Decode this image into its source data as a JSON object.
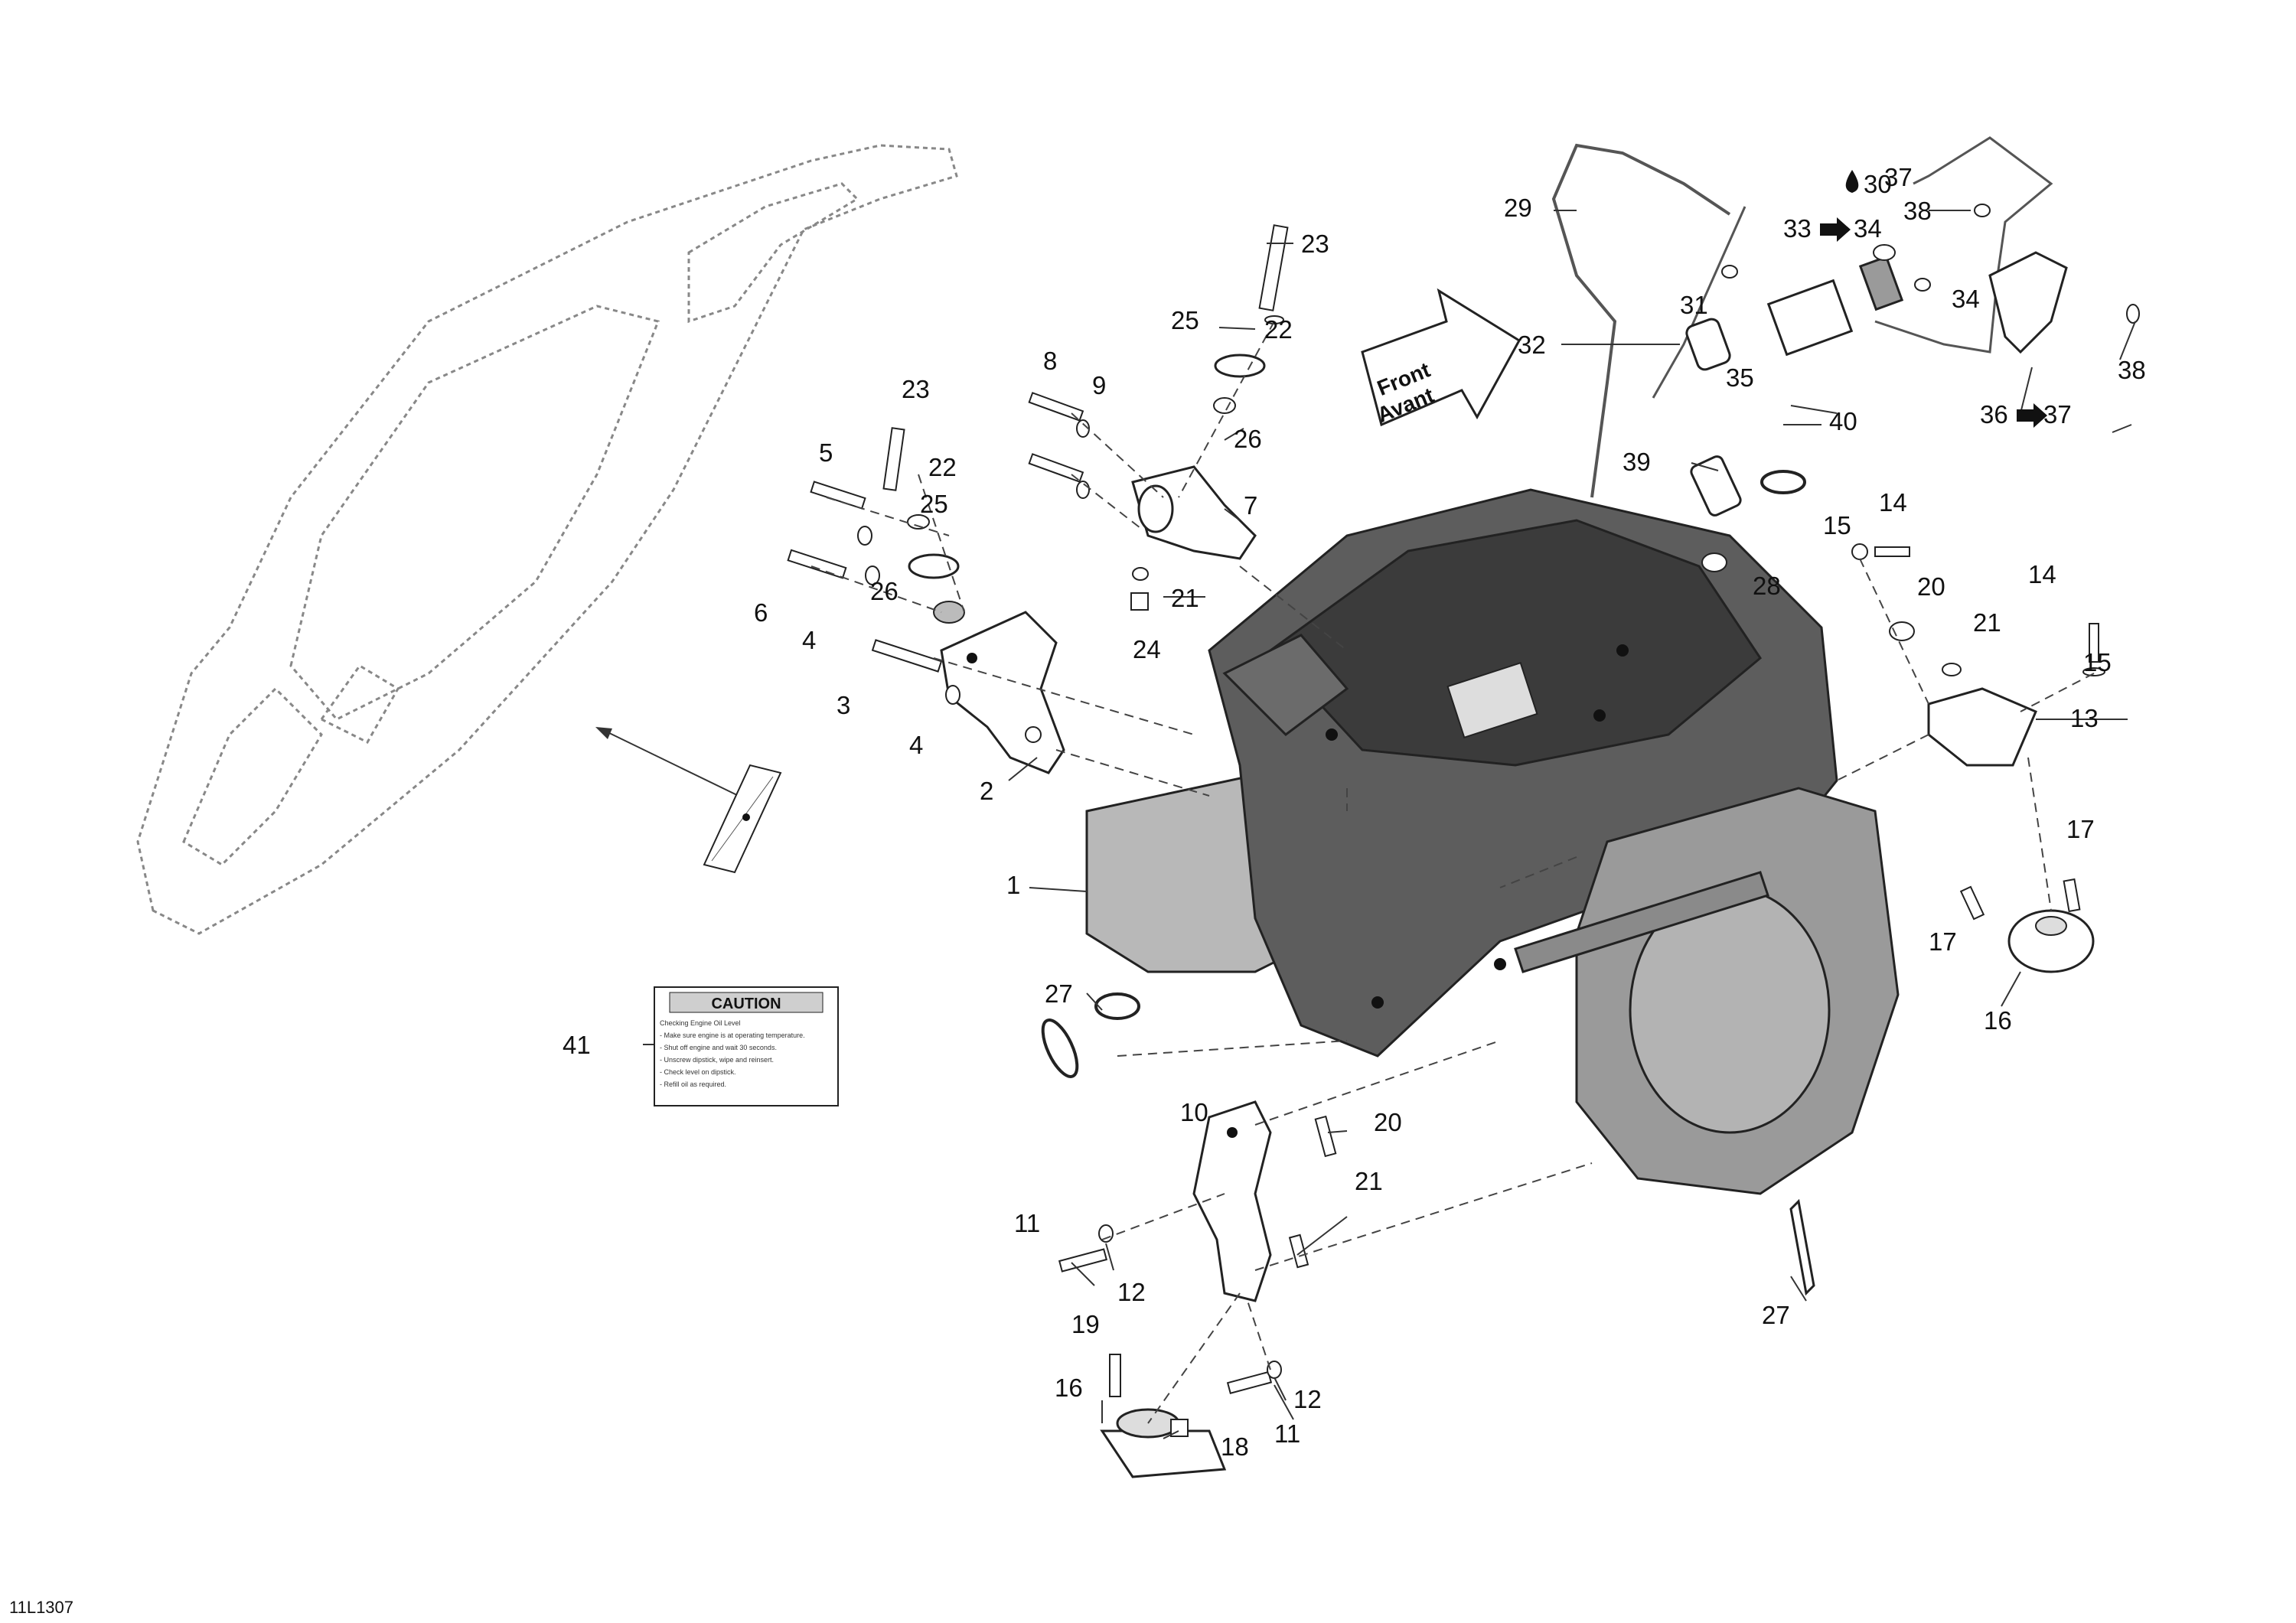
{
  "diagram_ref": "11L1307",
  "front_label": "Front",
  "avant_label": "Avant",
  "caution": {
    "title": "CAUTION",
    "lines": [
      "Checking Engine Oil Level",
      "- Make sure engine is at operating temperature.",
      "- Shut off engine and wait 30 seconds.",
      "- Unscrew dipstick, wipe and reinsert.",
      "- Check level on dipstick.",
      "- Refill oil as required."
    ]
  },
  "callouts": [
    "1",
    "2",
    "3",
    "4",
    "4",
    "5",
    "6",
    "7",
    "8",
    "9",
    "10",
    "11",
    "11",
    "12",
    "12",
    "13",
    "14",
    "14",
    "15",
    "15",
    "16",
    "16",
    "17",
    "17",
    "18",
    "19",
    "20",
    "20",
    "21",
    "21",
    "21",
    "22",
    "22",
    "23",
    "23",
    "24",
    "25",
    "25",
    "26",
    "26",
    "27",
    "27",
    "28",
    "29",
    "30",
    "31",
    "32",
    "33",
    "34",
    "34",
    "35",
    "36",
    "37",
    "37",
    "38",
    "38",
    "39",
    "40",
    "41"
  ],
  "arrow_callouts": [
    {
      "from": "33",
      "to": "34"
    },
    {
      "from": "36",
      "to": "37"
    }
  ],
  "oil_drop_callout": "30"
}
